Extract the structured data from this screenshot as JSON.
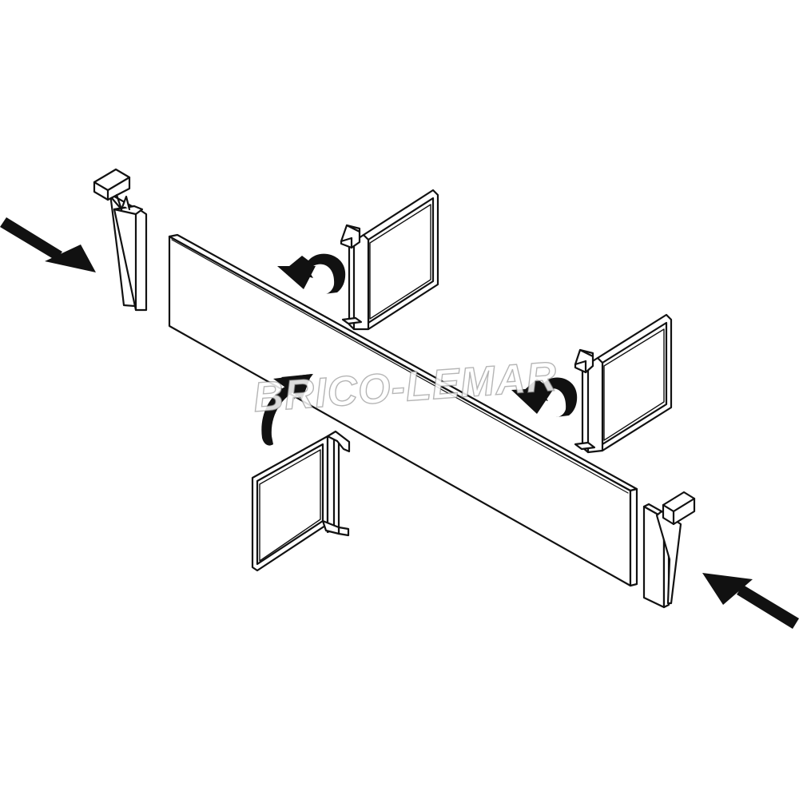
{
  "watermark": {
    "text": "BRICO-LEMAR"
  },
  "colors": {
    "stroke": "#111111",
    "fill": "#ffffff",
    "arrow": "#111111",
    "background": "#ffffff"
  },
  "parts": [
    {
      "name": "long-divider-panel"
    },
    {
      "name": "left-end-clip"
    },
    {
      "name": "right-end-clip"
    },
    {
      "name": "cross-divider-top"
    },
    {
      "name": "cross-divider-middle-right"
    },
    {
      "name": "cross-divider-bottom-left"
    }
  ],
  "arrows": [
    {
      "name": "arrow-left-insert",
      "icon": "arrow-right-down-icon"
    },
    {
      "name": "arrow-right-insert",
      "icon": "arrow-left-up-icon"
    },
    {
      "name": "arrow-rotate-top",
      "icon": "rotate-arrow-icon"
    },
    {
      "name": "arrow-rotate-right",
      "icon": "rotate-arrow-icon"
    },
    {
      "name": "arrow-rotate-bottom",
      "icon": "rotate-arrow-icon"
    }
  ]
}
